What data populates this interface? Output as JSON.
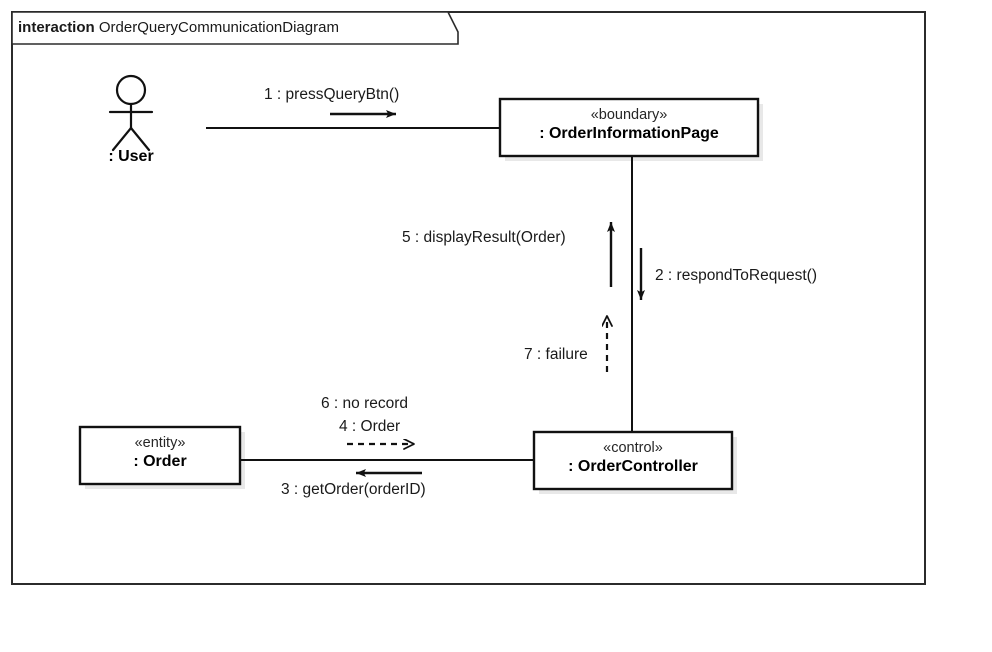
{
  "diagram": {
    "frame": {
      "keyword": "interaction",
      "name": "OrderQueryCommunicationDiagram"
    },
    "nodes": [
      {
        "id": "user",
        "kind": "actor",
        "stereotype": "",
        "name": ": User"
      },
      {
        "id": "orderInformationPage",
        "kind": "class-box",
        "stereotype": "«boundary»",
        "name": ": OrderInformationPage"
      },
      {
        "id": "orderController",
        "kind": "class-box",
        "stereotype": "«control»",
        "name": ": OrderController"
      },
      {
        "id": "order",
        "kind": "class-box",
        "stereotype": "«entity»",
        "name": ": Order"
      }
    ],
    "messages": [
      {
        "seq": "1",
        "label": "1 : pressQueryBtn()",
        "from": "user",
        "to": "orderInformationPage",
        "style": "solid",
        "direction": "right"
      },
      {
        "seq": "2",
        "label": "2 : respondToRequest()",
        "from": "orderInformationPage",
        "to": "orderController",
        "style": "solid",
        "direction": "down"
      },
      {
        "seq": "3",
        "label": "3 : getOrder(orderID)",
        "from": "orderController",
        "to": "order",
        "style": "solid",
        "direction": "left"
      },
      {
        "seq": "4",
        "label": "4 : Order",
        "from": "order",
        "to": "orderController",
        "style": "dashed",
        "direction": "right"
      },
      {
        "seq": "5",
        "label": "5 : displayResult(Order)",
        "from": "orderController",
        "to": "orderInformationPage",
        "style": "solid",
        "direction": "up"
      },
      {
        "seq": "6",
        "label": "6 : no record",
        "from": "order",
        "to": "orderController",
        "style": "dashed",
        "direction": "right"
      },
      {
        "seq": "7",
        "label": "7 : failure",
        "from": "orderController",
        "to": "orderInformationPage",
        "style": "dashed",
        "direction": "up"
      }
    ],
    "colors": {
      "line": "#111111",
      "shadow": "#e8e8e8",
      "frame_border": "#2b2b2b",
      "background": "#ffffff"
    }
  }
}
